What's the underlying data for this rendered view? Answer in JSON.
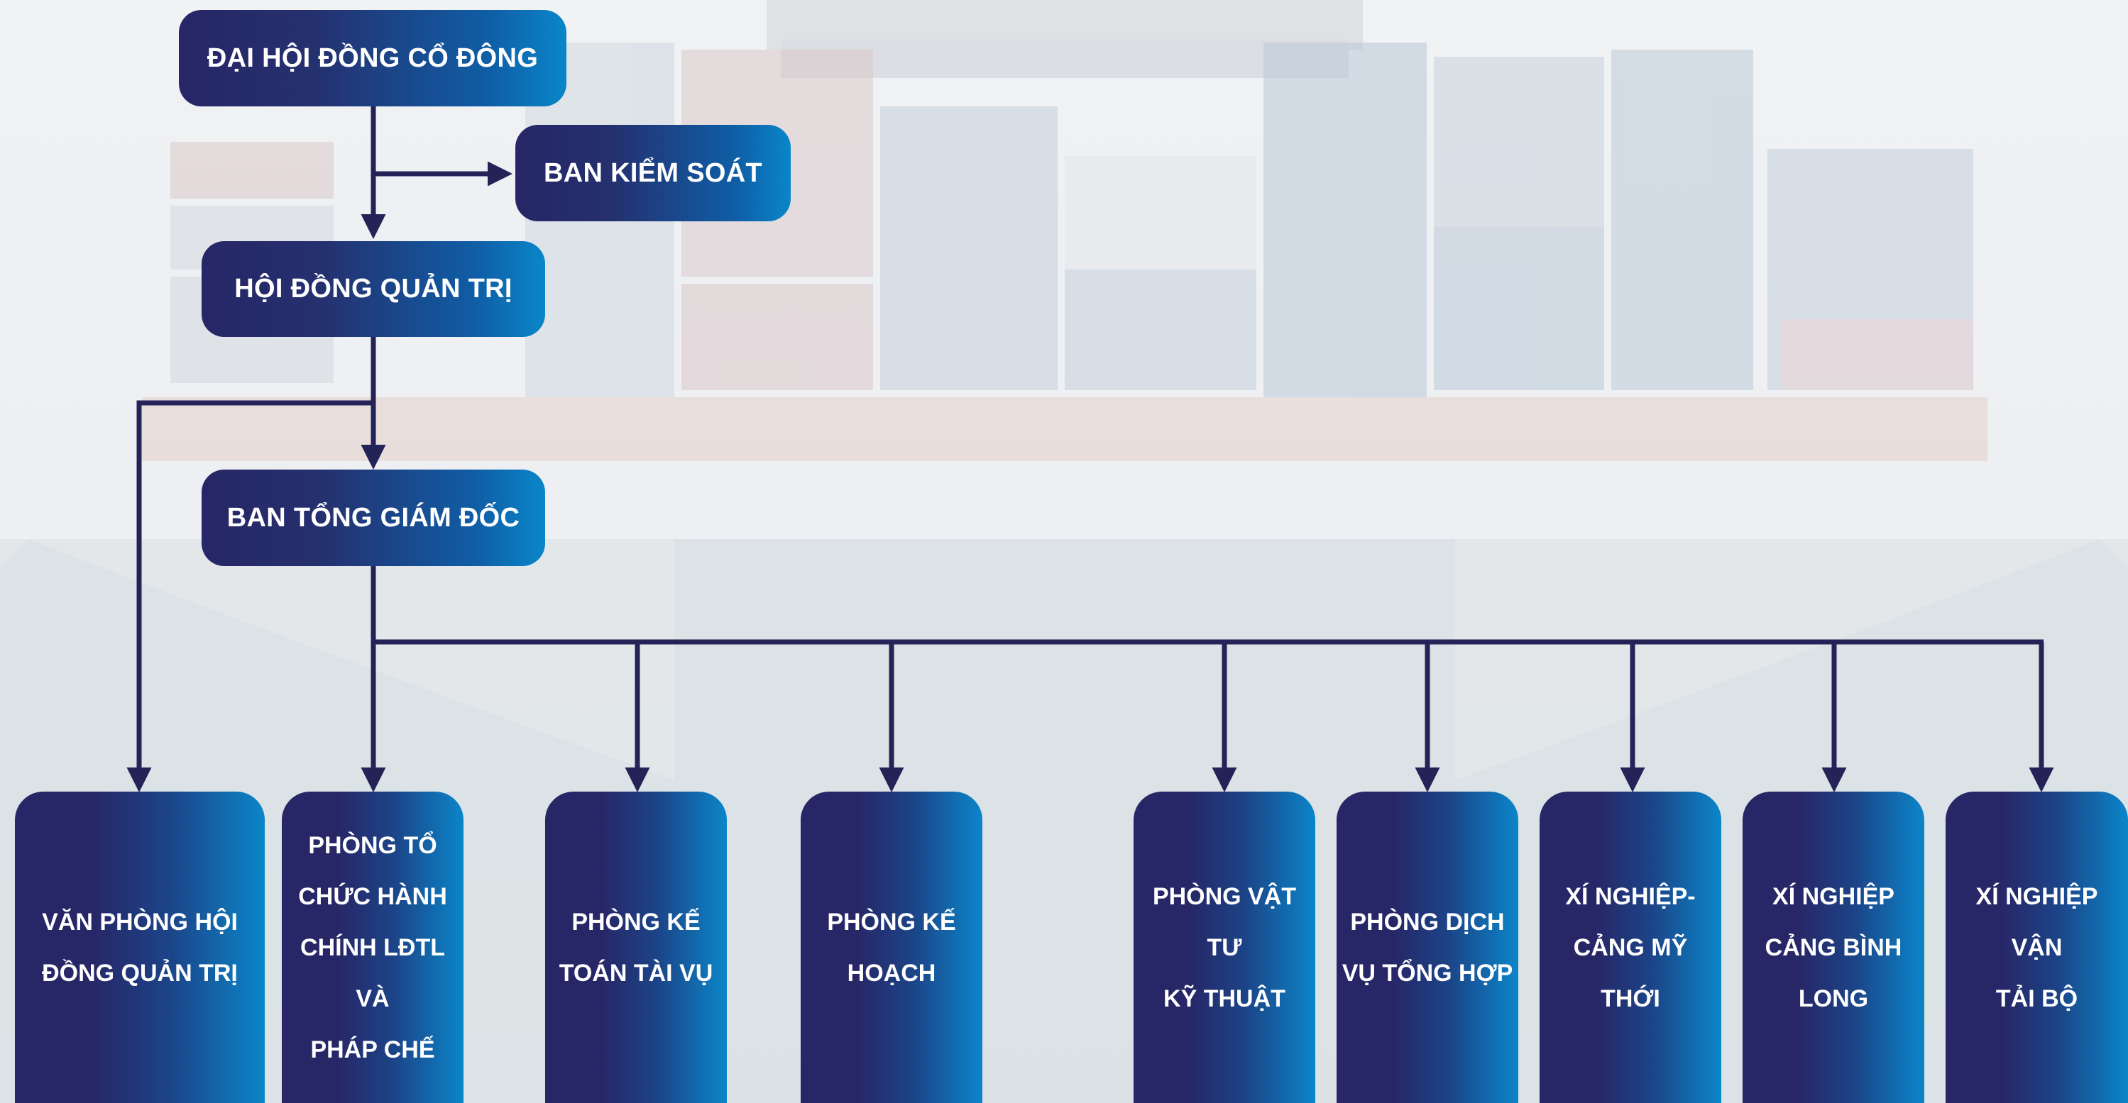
{
  "colors": {
    "node_dark": "#272666",
    "node_light": "#0a86c9",
    "connector": "#242358",
    "text": "#ffffff"
  },
  "nodes": {
    "shareholders": "ĐẠI HỘI ĐỒNG CỔ ĐÔNG",
    "supervisory": "BAN KIỂM SOÁT",
    "board": "HỘI ĐỒNG QUẢN TRỊ",
    "executive": "BAN TỔNG GIÁM ĐỐC"
  },
  "departments": [
    [
      "VĂN PHÒNG HỘI",
      "ĐỒNG QUẢN TRỊ"
    ],
    [
      "PHÒNG TỔ",
      "CHỨC HÀNH",
      "CHÍNH LĐTL VÀ",
      "PHÁP CHẾ"
    ],
    [
      "PHÒNG KẾ",
      "TOÁN TÀI VỤ"
    ],
    [
      "PHÒNG KẾ",
      "HOẠCH"
    ],
    [
      "PHÒNG VẬT TƯ",
      "KỸ THUẬT"
    ],
    [
      "PHÒNG DỊCH",
      "VỤ TỔNG HỢP"
    ],
    [
      "XÍ NGHIỆP-",
      "CẢNG MỸ THỚI"
    ],
    [
      "XÍ NGHIỆP",
      "CẢNG BÌNH",
      "LONG"
    ],
    [
      "XÍ NGHIỆP VẬN",
      "TẢI BỘ"
    ]
  ]
}
